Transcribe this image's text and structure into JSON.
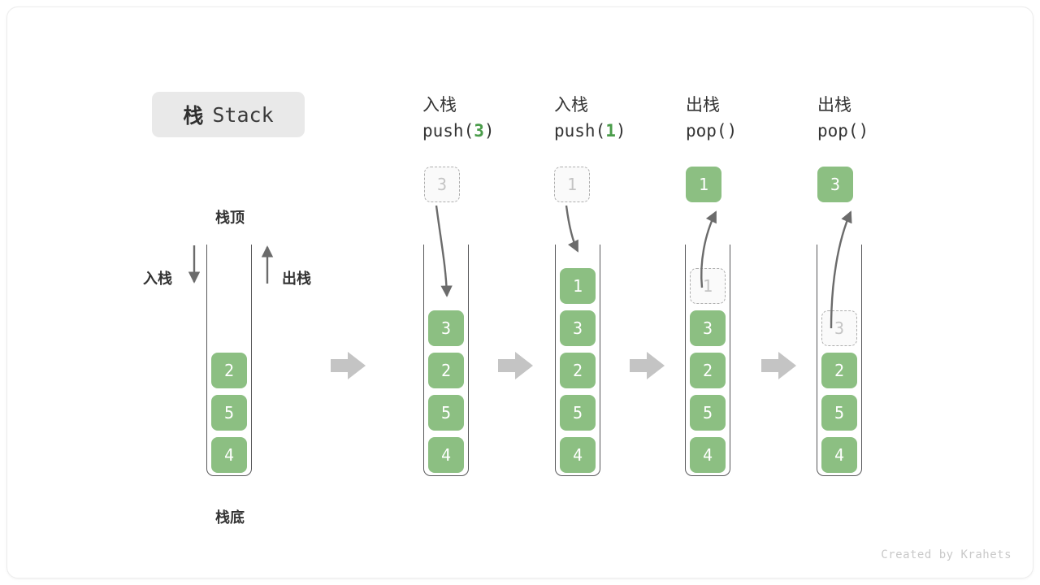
{
  "title": {
    "cn": "栈",
    "en": "Stack"
  },
  "labels": {
    "top": "栈顶",
    "bottom": "栈底",
    "push": "入栈",
    "pop": "出栈"
  },
  "colors": {
    "element": "#8cbf82",
    "ghost_text": "#c4c4c4",
    "accent": "#4a9c4a",
    "arrow": "#6b6b6b",
    "flow_arrow": "#c4c4c4",
    "wall": "#58585a",
    "badge_bg": "#e9e9e9"
  },
  "footer": "Created by Krahets",
  "columns": [
    {
      "id": "initial",
      "op_cn": "",
      "op_code": "",
      "arg": "",
      "cells": [
        "2",
        "5",
        "4"
      ],
      "ghost_index": -1,
      "float_box": null
    },
    {
      "id": "push3",
      "op_cn": "入栈",
      "op_code_pre": "push(",
      "arg": "3",
      "op_code_post": ")",
      "cells": [
        "3",
        "2",
        "5",
        "4"
      ],
      "ghost_index": -1,
      "float_box": {
        "value": "3",
        "style": "ghost",
        "direction": "down"
      }
    },
    {
      "id": "push1",
      "op_cn": "入栈",
      "op_code_pre": "push(",
      "arg": "1",
      "op_code_post": ")",
      "cells": [
        "1",
        "3",
        "2",
        "5",
        "4"
      ],
      "ghost_index": -1,
      "float_box": {
        "value": "1",
        "style": "ghost",
        "direction": "down"
      }
    },
    {
      "id": "pop1",
      "op_cn": "出栈",
      "op_code_pre": "pop(",
      "arg": "",
      "op_code_post": ")",
      "cells": [
        "1",
        "3",
        "2",
        "5",
        "4"
      ],
      "ghost_index": 0,
      "float_box": {
        "value": "1",
        "style": "solid",
        "direction": "up"
      }
    },
    {
      "id": "pop3",
      "op_cn": "出栈",
      "op_code_pre": "pop(",
      "arg": "",
      "op_code_post": ")",
      "cells": [
        "3",
        "2",
        "5",
        "4"
      ],
      "ghost_index": 0,
      "float_box": {
        "value": "3",
        "style": "solid",
        "direction": "up"
      }
    }
  ]
}
